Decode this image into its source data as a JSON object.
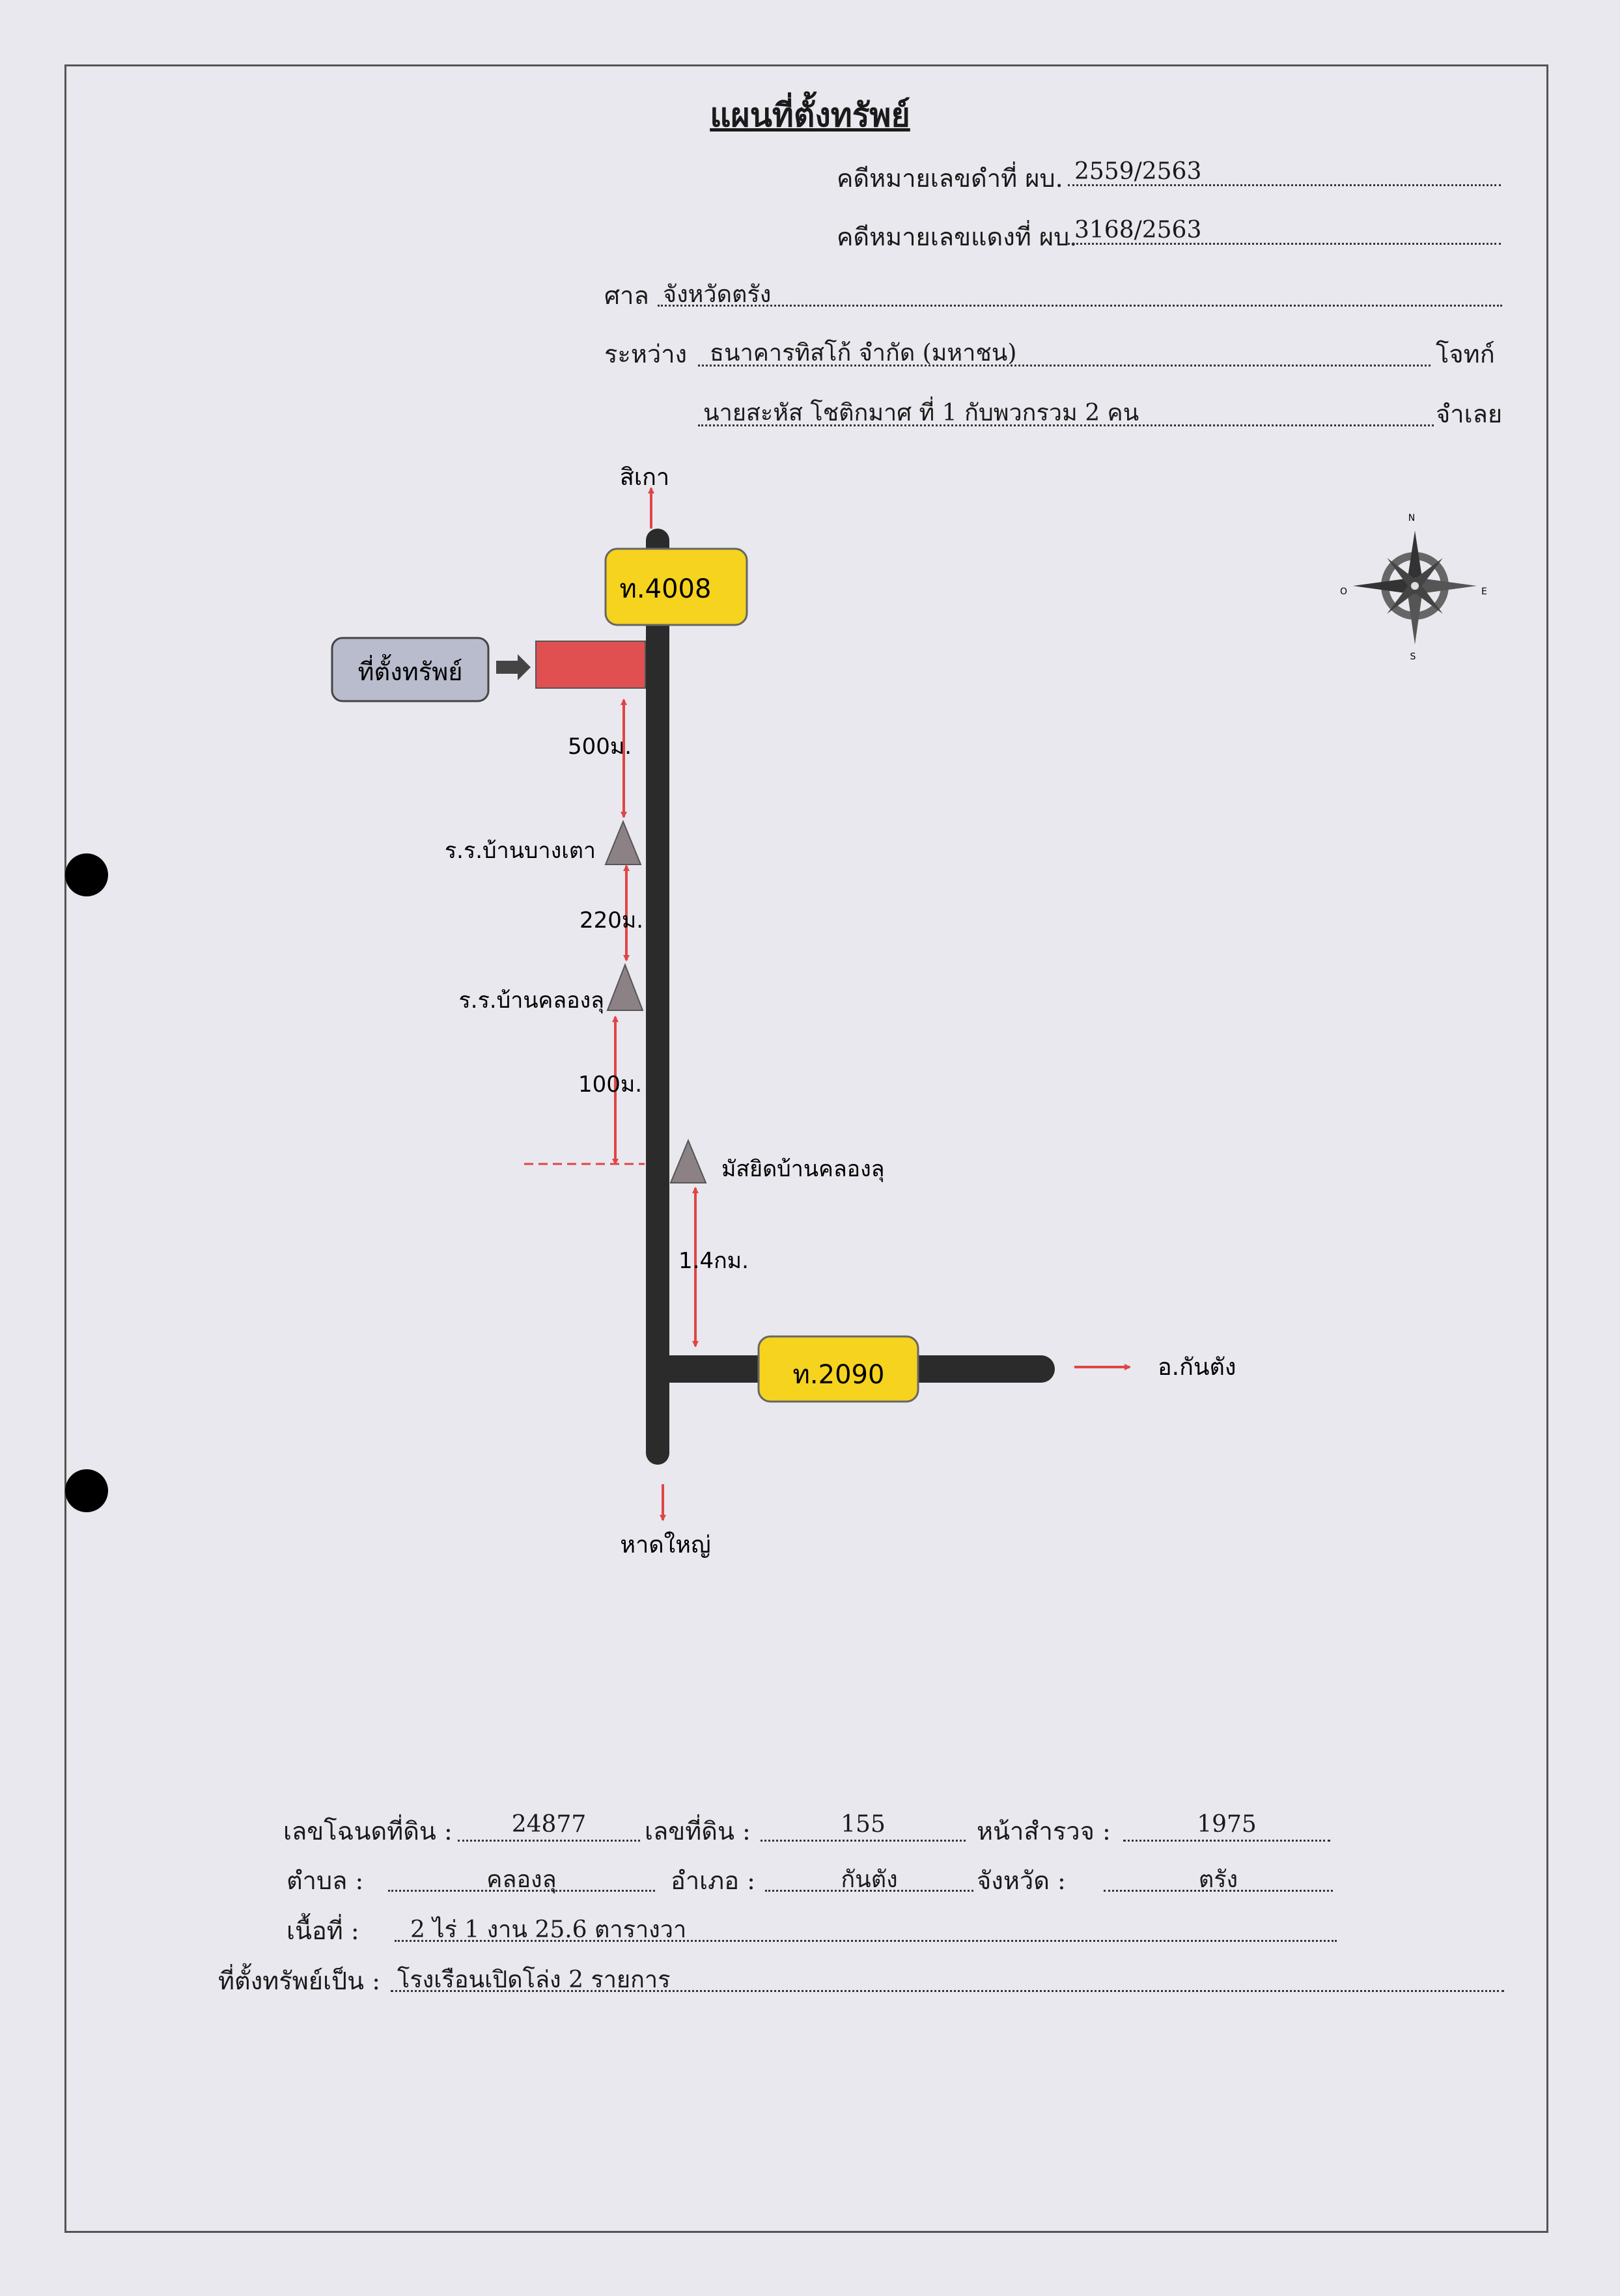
{
  "header": {
    "title": "แผนที่ตั้งทรัพย์",
    "black_case_label": "คดีหมายเลขดำที่ ผบ.",
    "black_case_value": "2559/2563",
    "red_case_label": "คดีหมายเลขแดงที่ ผบ.",
    "red_case_value": "3168/2563",
    "court_label": "ศาล",
    "court_value": "จังหวัดตรัง",
    "between_label": "ระหว่าง",
    "plaintiff_value": "ธนาคารทิสโก้ จำกัด (มหาชน)",
    "plaintiff_role": "โจทก์",
    "defendant_value": "นายสะหัส โชติกมาศ ที่ 1 กับพวกรวม 2 คน",
    "defendant_role": "จำเลย"
  },
  "map": {
    "north_dest": "สิเกา",
    "south_dest": "หาดใหญ่",
    "east_dest": "อ.กันตัง",
    "road_main": "ท.4008",
    "road_branch": "ท.2090",
    "property_label": "ที่ตั้งทรัพย์",
    "landmark_1": "ร.ร.บ้านบางเตา",
    "landmark_2": "ร.ร.บ้านคลองลุ",
    "landmark_3": "มัสยิดบ้านคลองลุ",
    "dist_1": "500ม.",
    "dist_2": "220ม.",
    "dist_3": "100ม.",
    "dist_4": "1.4กม.",
    "compass": {
      "n": "N",
      "s": "S",
      "e": "E",
      "w": "O"
    }
  },
  "details": {
    "deed_label": "เลขโฉนดที่ดิน :",
    "deed_value": "24877",
    "land_no_label": "เลขที่ดิน :",
    "land_no_value": "155",
    "survey_label": "หน้าสำรวจ :",
    "survey_value": "1975",
    "subdistrict_label": "ตำบล :",
    "subdistrict_value": "คลองลุ",
    "district_label": "อำเภอ :",
    "district_value": "กันตัง",
    "province_label": "จังหวัด :",
    "province_value": "ตรัง",
    "area_label": "เนื้อที่ :",
    "area_value": "2 ไร่ 1 งาน 25.6 ตารางวา",
    "property_type_label": "ที่ตั้งทรัพย์เป็น :",
    "property_type_value": "โรงเรือนเปิดโล่ง 2 รายการ"
  },
  "colors": {
    "road": "#2b2b2b",
    "road_sign": "#f5d31f",
    "property_marker": "#e05050",
    "arrow": "#e04545",
    "landmark": "#8c8285",
    "label_box": "#b9bccd"
  }
}
